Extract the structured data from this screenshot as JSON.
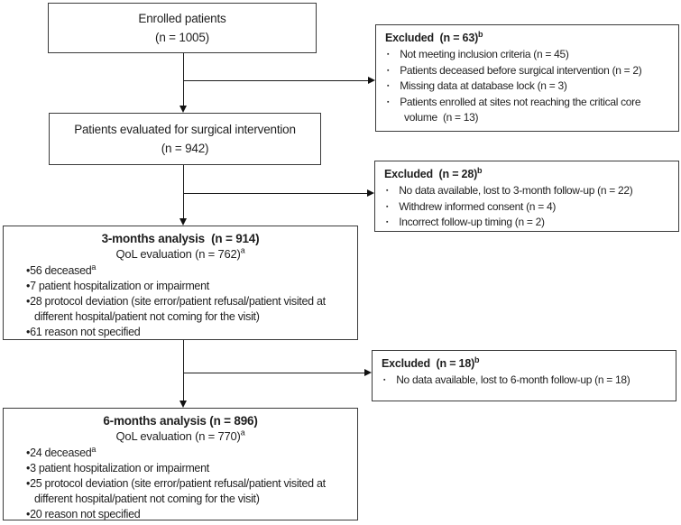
{
  "diagram": {
    "enrolled": {
      "title": "Enrolled patients",
      "n": "(n = 1005)"
    },
    "evaluated": {
      "title": "Patients evaluated for surgical intervention",
      "n": "(n = 942)"
    },
    "analysis_3m": {
      "title": "3-months analysis  (n = 914)",
      "qol": "QoL evaluation (n = 762)",
      "qol_sup": "a",
      "bullets": [
        {
          "text": "56 deceased",
          "sup": "a"
        },
        {
          "text": "7 patient hospitalization or impairment",
          "sup": ""
        },
        {
          "text": "28 protocol deviation (site error/patient refusal/patient visited at different hospital/patient not coming for the visit)",
          "sup": ""
        },
        {
          "text": "61 reason not specified",
          "sup": ""
        }
      ]
    },
    "analysis_6m": {
      "title": "6-months analysis (n = 896)",
      "qol": "QoL evaluation (n = 770)",
      "qol_sup": "a",
      "bullets": [
        {
          "text": "24 deceased",
          "sup": "a"
        },
        {
          "text": "3 patient hospitalization or impairment",
          "sup": ""
        },
        {
          "text": "25 protocol deviation (site error/patient refusal/patient visited at different hospital/patient not coming for the visit)",
          "sup": ""
        },
        {
          "text": "20 reason not specified",
          "sup": ""
        }
      ]
    },
    "excluded_1": {
      "title": "Excluded  (n = 63)",
      "title_sup": "b",
      "items": [
        "Not meeting inclusion criteria (n = 45)",
        "Patients deceased before surgical intervention (n = 2)",
        "Missing data at database lock (n = 3)",
        "Patients enrolled at sites not reaching the critical core volume  (n = 13)"
      ]
    },
    "excluded_2": {
      "title": "Excluded  (n = 28)",
      "title_sup": "b",
      "items": [
        "No data available, lost to 3-month follow-up (n = 22)",
        "Withdrew informed consent (n = 4)",
        "Incorrect follow-up timing (n = 2)"
      ]
    },
    "excluded_3": {
      "title": "Excluded  (n = 18)",
      "title_sup": "b",
      "items": [
        "No data available, lost to 6-month follow-up (n = 18)"
      ]
    }
  }
}
